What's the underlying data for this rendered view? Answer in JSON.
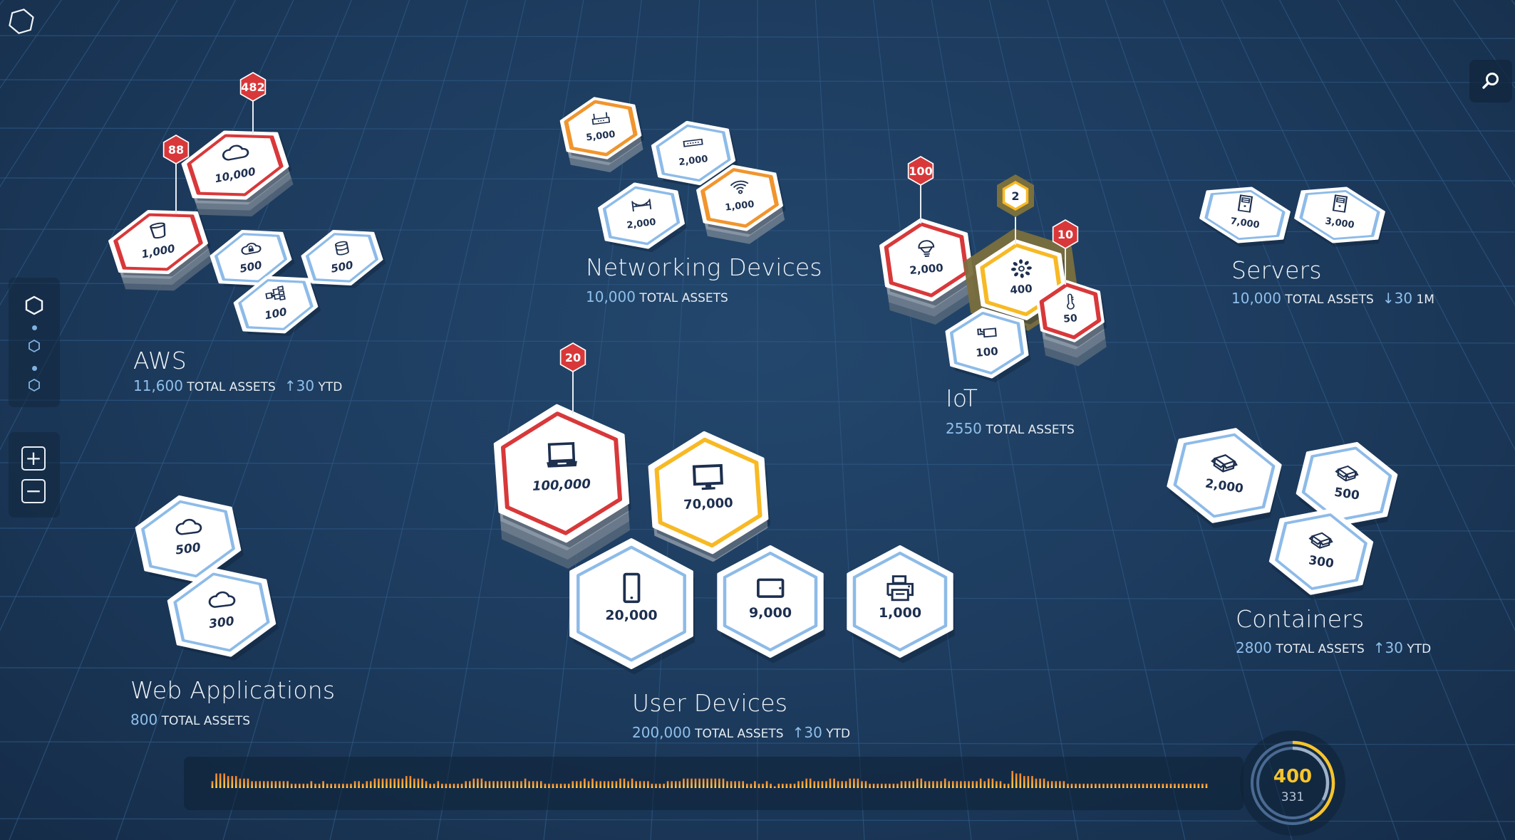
{
  "colors": {
    "critical": "#d8383a",
    "warning": "#f7b924",
    "notice": "#f0952e",
    "normal": "#8dbbe8",
    "highlight": "#7a6f3e",
    "hexFill": "#ffffff",
    "iconInk": "#1d2f4f",
    "accentText": "#8fc0ec",
    "timelineBar": "#f29a2e",
    "gaugeOuter": "#f6c42c",
    "gaugeInner": "#9fb3c8",
    "gaugeTrack": "#4a6a92"
  },
  "logo": {
    "icon": "hexagon-logo-icon"
  },
  "search": {
    "icon": "search-icon"
  },
  "nav": {
    "items": [
      {
        "icon": "hexagon-level-icon",
        "active": true
      },
      {
        "icon": "hexagon-level-icon",
        "active": false
      },
      {
        "icon": "hexagon-level-icon",
        "active": false
      }
    ]
  },
  "zoom": {
    "in_label": "+",
    "out_label": "−"
  },
  "groups": [
    {
      "id": "aws",
      "title": "AWS",
      "total": "11,600",
      "total_label": "TOTAL ASSETS",
      "trend": {
        "direction": "up",
        "arrow": "↑",
        "value": "30",
        "period": "YTD"
      },
      "tiles": [
        {
          "icon": "cloud-icon",
          "value": "10,000",
          "status": "critical",
          "alert": "482",
          "stack": 3
        },
        {
          "icon": "bucket-icon",
          "value": "1,000",
          "status": "critical",
          "alert": "88",
          "stack": 3
        },
        {
          "icon": "cloud-lock-icon",
          "value": "500",
          "status": "normal"
        },
        {
          "icon": "database-icon",
          "value": "500",
          "status": "normal"
        },
        {
          "icon": "workflow-icon",
          "value": "100",
          "status": "normal"
        }
      ]
    },
    {
      "id": "networking",
      "title": "Networking Devices",
      "total": "10,000",
      "total_label": "TOTAL ASSETS",
      "tiles": [
        {
          "icon": "router-icon",
          "value": "5,000",
          "status": "notice",
          "stack": 2
        },
        {
          "icon": "switch-icon",
          "value": "2,000",
          "status": "normal"
        },
        {
          "icon": "bridge-icon",
          "value": "2,000",
          "status": "normal"
        },
        {
          "icon": "wifi-icon",
          "value": "1,000",
          "status": "notice",
          "stack": 2
        }
      ]
    },
    {
      "id": "iot",
      "title": "IoT",
      "total": "2550",
      "total_label": "TOTAL ASSETS",
      "tiles": [
        {
          "icon": "lightbulb-icon",
          "value": "2,000",
          "status": "critical",
          "alert": "100",
          "stack": 3
        },
        {
          "icon": "sprinkler-icon",
          "value": "400",
          "status": "warning",
          "alert": "2",
          "highlighted": true
        },
        {
          "icon": "thermometer-icon",
          "value": "50",
          "status": "critical",
          "alert": "10",
          "stack": 3
        },
        {
          "icon": "camera-icon",
          "value": "100",
          "status": "normal"
        }
      ]
    },
    {
      "id": "servers",
      "title": "Servers",
      "total": "10,000",
      "total_label": "TOTAL ASSETS",
      "trend": {
        "direction": "down",
        "arrow": "↓",
        "value": "30",
        "period": "1M"
      },
      "tiles": [
        {
          "icon": "server-icon",
          "value": "7,000",
          "status": "normal"
        },
        {
          "icon": "server-icon",
          "value": "3,000",
          "status": "normal"
        }
      ]
    },
    {
      "id": "user-devices",
      "title": "User Devices",
      "total": "200,000",
      "total_label": "TOTAL ASSETS",
      "trend": {
        "direction": "up",
        "arrow": "↑",
        "value": "30",
        "period": "YTD"
      },
      "tiles": [
        {
          "icon": "laptop-icon",
          "value": "100,000",
          "status": "critical",
          "alert": "20",
          "stack": 3
        },
        {
          "icon": "monitor-icon",
          "value": "70,000",
          "status": "warning",
          "stack": 1
        },
        {
          "icon": "phone-icon",
          "value": "20,000",
          "status": "normal"
        },
        {
          "icon": "tablet-icon",
          "value": "9,000",
          "status": "normal"
        },
        {
          "icon": "printer-icon",
          "value": "1,000",
          "status": "normal"
        }
      ]
    },
    {
      "id": "web-apps",
      "title": "Web Applications",
      "total": "800",
      "total_label": "TOTAL ASSETS",
      "tiles": [
        {
          "icon": "cloud-icon",
          "value": "500",
          "status": "normal"
        },
        {
          "icon": "cloud-icon",
          "value": "300",
          "status": "normal"
        }
      ]
    },
    {
      "id": "containers",
      "title": "Containers",
      "total": "2800",
      "total_label": "TOTAL ASSETS",
      "trend": {
        "direction": "up",
        "arrow": "↑",
        "value": "30",
        "period": "YTD"
      },
      "tiles": [
        {
          "icon": "box-icon",
          "value": "2,000",
          "status": "normal"
        },
        {
          "icon": "box-icon",
          "value": "500",
          "status": "normal"
        },
        {
          "icon": "box-icon",
          "value": "300",
          "status": "normal"
        }
      ]
    }
  ],
  "timeline": {
    "activity": [
      2,
      5,
      5,
      5,
      4,
      4,
      4,
      3,
      3,
      3,
      2,
      2,
      2,
      2,
      2,
      2,
      2,
      2,
      2,
      2,
      1,
      1,
      1,
      1,
      1,
      2,
      1,
      1,
      2,
      1,
      1,
      1,
      1,
      1,
      1,
      1,
      2,
      2,
      1,
      2,
      2,
      3,
      3,
      3,
      3,
      3,
      3,
      3,
      3,
      4,
      4,
      3,
      3,
      3,
      2,
      1,
      1,
      2,
      1,
      1,
      1,
      1,
      1,
      1,
      2,
      2,
      3,
      3,
      3,
      2,
      2,
      2,
      2,
      2,
      2,
      2,
      2,
      2,
      2,
      3,
      2,
      2,
      2,
      2,
      1,
      1,
      1,
      1,
      1,
      1,
      1,
      2,
      2,
      2,
      3,
      2,
      3,
      2,
      2,
      2,
      2,
      2,
      2,
      3,
      3,
      2,
      3,
      2,
      2,
      2,
      2,
      1,
      1,
      1,
      1,
      2,
      2,
      2,
      2,
      3,
      3,
      3,
      3,
      3,
      3,
      3,
      3,
      3,
      3,
      3,
      2,
      2,
      2,
      2,
      2,
      1,
      1,
      2,
      1,
      1,
      2,
      1,
      0,
      1,
      1,
      1,
      1,
      1,
      2,
      2,
      3,
      3,
      2,
      2,
      2,
      2,
      3,
      3,
      2,
      2,
      2,
      3,
      3,
      3,
      2,
      2,
      1,
      1,
      1,
      1,
      1,
      1,
      1,
      1,
      2,
      2,
      2,
      2,
      3,
      3,
      2,
      2,
      2,
      2,
      2,
      3,
      2,
      2,
      2,
      2,
      2,
      2,
      2,
      2,
      3,
      2,
      3,
      3,
      2,
      2,
      1,
      1,
      6,
      5,
      5,
      4,
      4,
      4,
      3,
      3,
      3,
      2,
      2,
      2,
      2,
      2,
      1,
      1,
      1,
      1,
      1,
      1,
      1,
      1,
      1,
      1,
      1,
      1,
      1,
      1,
      1,
      1,
      1,
      1,
      1,
      1,
      1,
      1,
      1,
      1,
      1,
      1,
      1,
      1,
      1,
      1,
      1,
      1,
      1,
      1,
      1,
      1
    ]
  },
  "gauge": {
    "primary": "400",
    "secondary": "331",
    "outer_fraction": 0.43,
    "inner_fraction": 0.33
  }
}
